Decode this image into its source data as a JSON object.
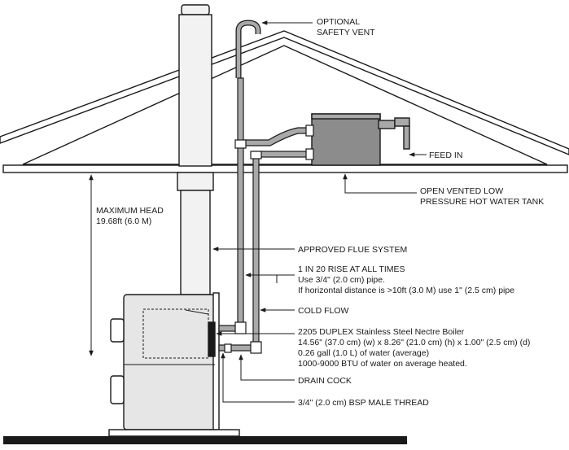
{
  "labels": {
    "safety_vent_1": "OPTIONAL",
    "safety_vent_2": "SAFETY VENT",
    "feed_in": "FEED IN",
    "tank_1": "OPEN VENTED LOW",
    "tank_2": "PRESSURE HOT WATER TANK",
    "head_1": "MAXIMUM HEAD",
    "head_2": "19.68ft (6.0 M)",
    "flue": "APPROVED FLUE SYSTEM",
    "rise_1": "1 IN 20 RISE AT ALL TIMES",
    "rise_2": "Use 3/4\" (2.0 cm) pipe.",
    "rise_3": "If horizontal distance is >10ft (3.0 M) use 1\" (2.5 cm) pipe",
    "cold_flow": "COLD FLOW",
    "boiler_1": "2205 DUPLEX Stainless Steel Nectre Boiler",
    "boiler_2": "14.56\" (37.0 cm) (w) x 8.26\" (21.0 cm) (h) x 1.00\" (2.5 cm) (d)",
    "boiler_3": "0.26 gall (1.0 L) of water (average)",
    "boiler_4": "1000-9000 BTU of water on average heated.",
    "drain_cock": "DRAIN COCK",
    "thread": "3/4\" (2.0 cm) BSP MALE THREAD"
  },
  "colors": {
    "line": "#1a1a1a",
    "pipe_fill": "#a9a9a9",
    "tank_fill": "#8c8c8c",
    "flue_fill": "#f2f2f2",
    "stove_fill": "#e6e6e6"
  }
}
